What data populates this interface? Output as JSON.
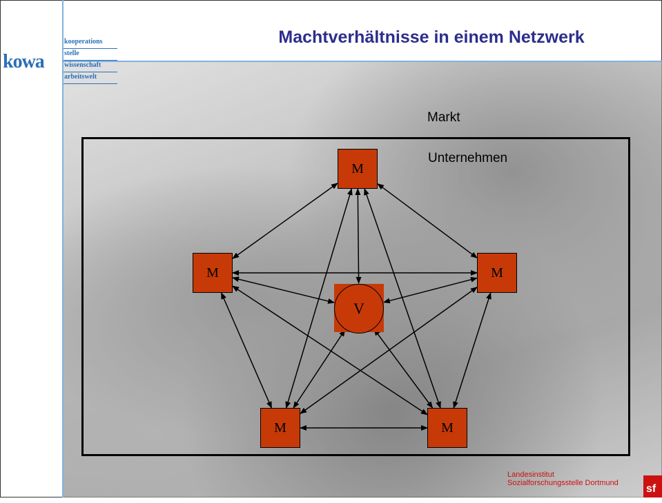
{
  "logo": {
    "word": "kowa",
    "lines": [
      "kooperations",
      "stelle",
      "wissenschaft",
      "arbeitswelt"
    ]
  },
  "title": "Machtverhältnisse in einem Netzwerk",
  "labels": {
    "market": "Markt",
    "company": "Unternehmen"
  },
  "nodes": {
    "top": "M",
    "left": "M",
    "right": "M",
    "bottom_left": "M",
    "bottom_right": "M",
    "center": "V"
  },
  "footer": {
    "line1": "Landesinstitut",
    "line2": "Sozialforschungsstelle Dortmund",
    "badge": "sf"
  },
  "colors": {
    "node_fill": "#c73a08",
    "title": "#2d2d8c",
    "logo": "#2c6fb7",
    "footer": "#cc1111"
  },
  "edges": [
    [
      "top",
      "left"
    ],
    [
      "top",
      "right"
    ],
    [
      "top",
      "bottom_left"
    ],
    [
      "top",
      "bottom_right"
    ],
    [
      "left",
      "right"
    ],
    [
      "left",
      "bottom_left"
    ],
    [
      "left",
      "bottom_right"
    ],
    [
      "right",
      "bottom_left"
    ],
    [
      "right",
      "bottom_right"
    ],
    [
      "bottom_left",
      "bottom_right"
    ],
    [
      "top",
      "center"
    ],
    [
      "left",
      "center"
    ],
    [
      "right",
      "center"
    ],
    [
      "bottom_left",
      "center"
    ],
    [
      "bottom_right",
      "center"
    ]
  ]
}
